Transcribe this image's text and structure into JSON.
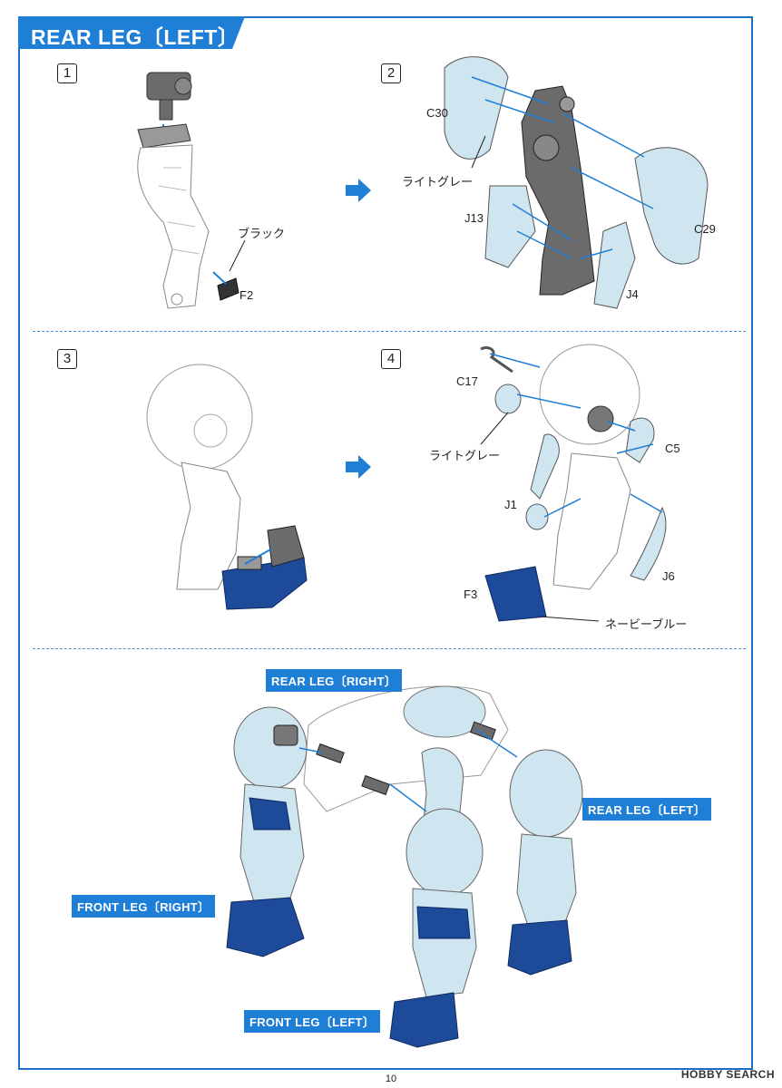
{
  "header": {
    "title": "REAR LEG〔LEFT〕"
  },
  "steps": [
    "1",
    "2",
    "3",
    "4"
  ],
  "labels": {
    "black": "ブラック",
    "f2": "F2",
    "c30": "C30",
    "light_gray_1": "ライトグレー",
    "j13": "J13",
    "c29": "C29",
    "j4": "J4",
    "c17": "C17",
    "light_gray_2": "ライトグレー",
    "c5": "C5",
    "j1": "J1",
    "j6": "J6",
    "f3": "F3",
    "navy_blue": "ネービーブルー"
  },
  "tags": {
    "rear_right": "REAR LEG〔RIGHT〕",
    "rear_left": "REAR LEG〔LEFT〕",
    "front_right": "FRONT LEG〔RIGHT〕",
    "front_left": "FRONT LEG〔LEFT〕"
  },
  "page_number": "10",
  "watermark": "HOBBY SEARCH",
  "colors": {
    "accent": "#1f7fd6",
    "part_light": "#cfe6f0",
    "part_navy": "#1e4a9a",
    "part_gray": "#6b6b6b"
  }
}
